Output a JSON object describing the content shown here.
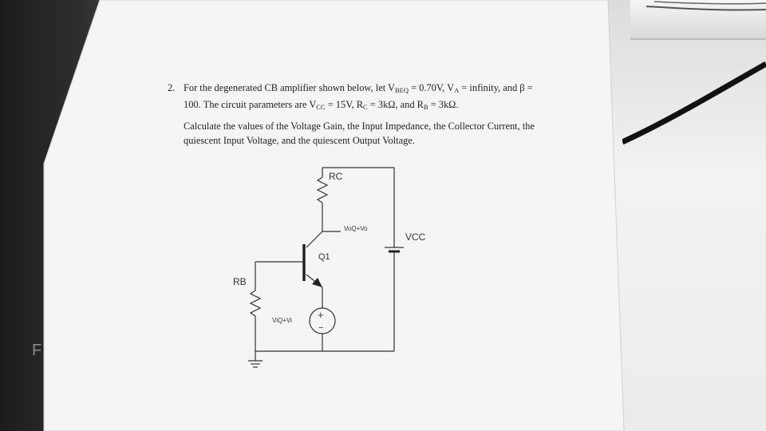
{
  "problem": {
    "number": "2.",
    "line1_a": "For the degenerated CB amplifier shown below, let V",
    "line1_sub1": "BEQ",
    "line1_b": " = 0.70V, V",
    "line1_sub2": "A",
    "line1_c": " = infinity, and β =",
    "line2_a": "100.  The circuit parameters are V",
    "line2_sub1": "CC",
    "line2_b": " = 15V, R",
    "line2_sub2": "C",
    "line2_c": " = 3kΩ, and R",
    "line2_sub3": "B",
    "line2_d": " = 3kΩ.",
    "para2": "Calculate the values of the Voltage Gain, the Input Impedance, the Collector Current, the quiescent Input Voltage, and the quiescent Output Voltage."
  },
  "circuit": {
    "rc_label": "RC",
    "rb_label": "RB",
    "vcc_label": "VCC",
    "q1_label": "Q1",
    "vout_label": "VoQ+Vo",
    "vin_label": "ViQ+Vi",
    "src_plus": "+",
    "src_minus": "−"
  },
  "background": {
    "edge_letter": "F"
  }
}
